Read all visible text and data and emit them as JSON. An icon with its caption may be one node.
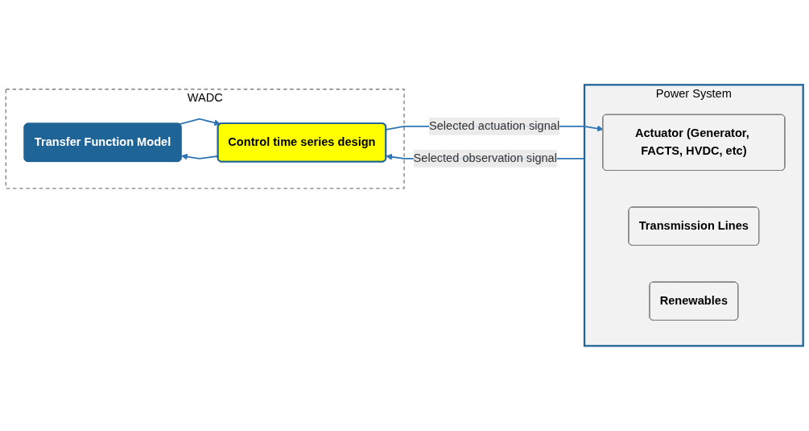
{
  "diagram": {
    "nodes": [
      {
        "text": [
          "WADC"
        ]
      },
      {
        "text": [
          "Transfer Function Model"
        ],
        "in": 0
      },
      {
        "text": [
          "Control time series design"
        ],
        "in": 0
      },
      {
        "text": [
          "Power System"
        ]
      },
      {
        "text": [
          "Actuator (Generator, FACTS, HVDC, etc)"
        ],
        "in": 3
      },
      {
        "text": [
          "Transmission Lines"
        ],
        "in": 3
      },
      {
        "text": [
          "Renewables"
        ],
        "in": 3
      }
    ],
    "edges": [
      {
        "from": 1,
        "to": 2,
        "arrow": "to"
      },
      {
        "from": 2,
        "to": 4,
        "arrow": "to",
        "label": "Selected actuation signal"
      },
      {
        "from": 2,
        "to": 1,
        "arrow": "to"
      },
      {
        "from": 3,
        "to": 2,
        "arrow": "to",
        "label": "Selected observation signal"
      }
    ]
  }
}
